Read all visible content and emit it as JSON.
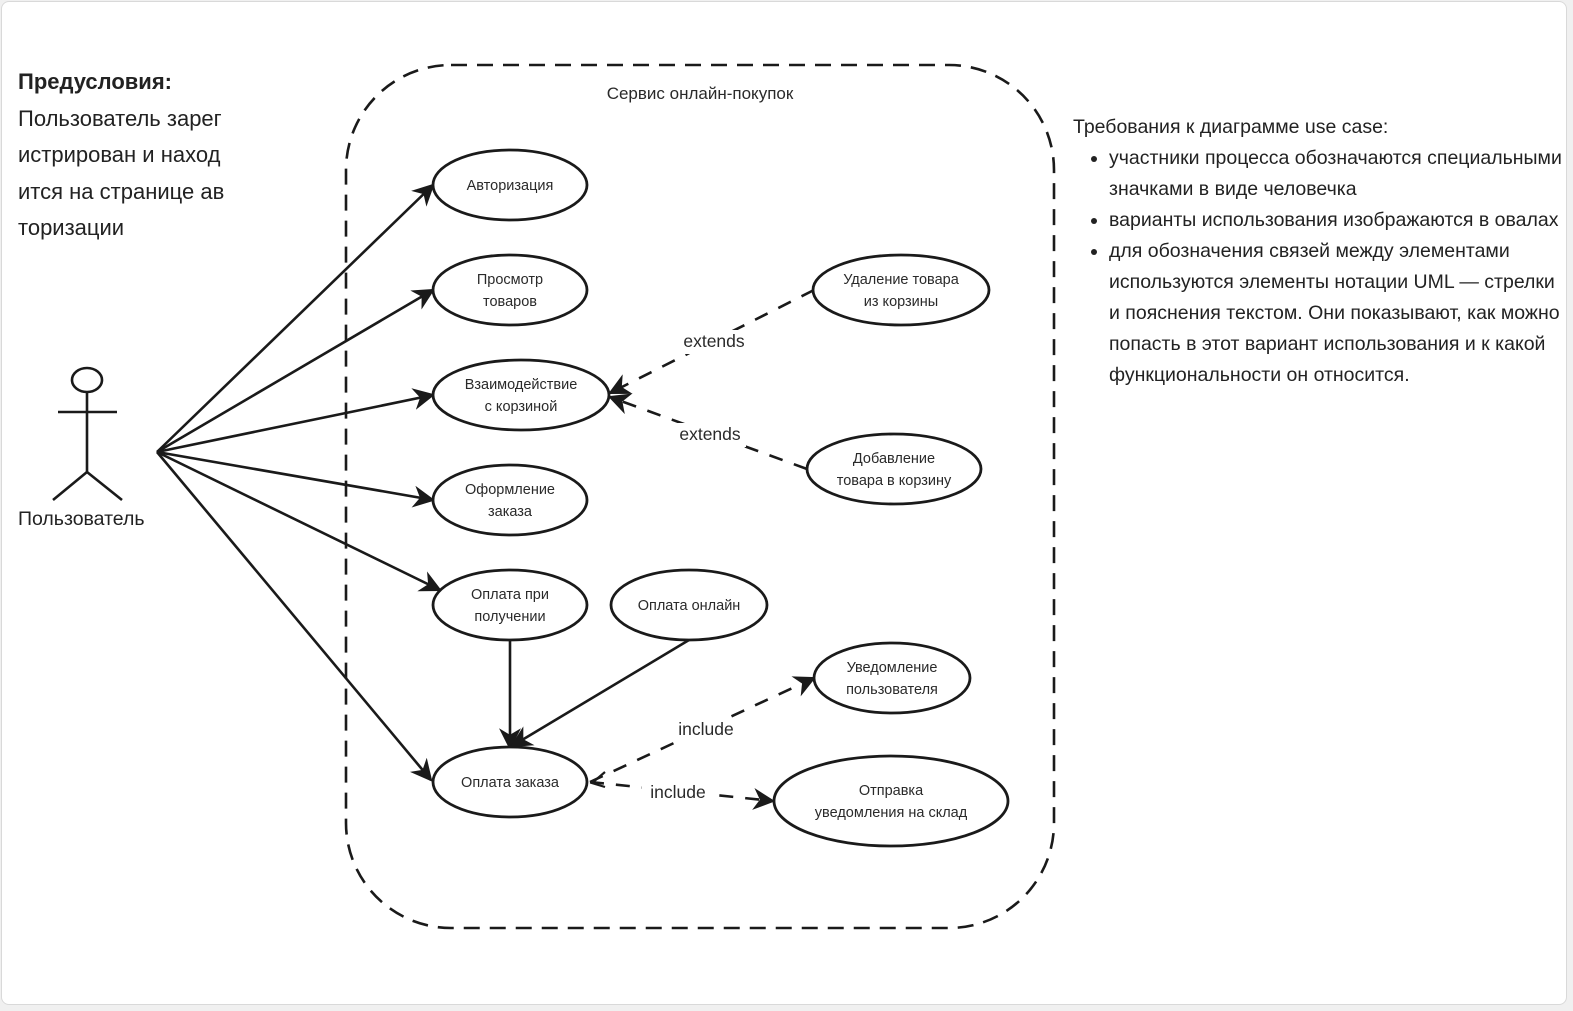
{
  "preconditions": {
    "title": "Предусловия:",
    "body": "Пользователь зарегистрирован и находится на странице авторизации"
  },
  "actor": {
    "label": "Пользователь",
    "icon": "stick-figure-icon"
  },
  "system_boundary": {
    "title": "Сервис онлайн-покупок"
  },
  "use_cases": [
    {
      "id": "auth",
      "lines": [
        "Авторизация"
      ]
    },
    {
      "id": "browse",
      "lines": [
        "Просмотр",
        "товаров"
      ]
    },
    {
      "id": "cart",
      "lines": [
        "Взаимодействие",
        "с корзиной"
      ]
    },
    {
      "id": "checkout",
      "lines": [
        "Оформление",
        "заказа"
      ]
    },
    {
      "id": "pay_on_delivery",
      "lines": [
        "Оплата при",
        "получении"
      ]
    },
    {
      "id": "pay_online",
      "lines": [
        "Оплата онлайн"
      ]
    },
    {
      "id": "pay_order",
      "lines": [
        "Оплата заказа"
      ]
    },
    {
      "id": "remove_item",
      "lines": [
        "Удаление товара",
        "из корзины"
      ]
    },
    {
      "id": "add_item",
      "lines": [
        "Добавление",
        "товара в корзину"
      ]
    },
    {
      "id": "notify_user",
      "lines": [
        "Уведомление",
        "пользователя"
      ]
    },
    {
      "id": "notify_warehouse",
      "lines": [
        "Отправка",
        "уведомления на склад"
      ]
    }
  ],
  "relations": [
    {
      "from": "actor",
      "to": "auth",
      "type": "association"
    },
    {
      "from": "actor",
      "to": "browse",
      "type": "association"
    },
    {
      "from": "actor",
      "to": "cart",
      "type": "association"
    },
    {
      "from": "actor",
      "to": "checkout",
      "type": "association"
    },
    {
      "from": "actor",
      "to": "pay_on_delivery",
      "type": "association"
    },
    {
      "from": "actor",
      "to": "pay_order",
      "type": "association"
    },
    {
      "from": "pay_on_delivery",
      "to": "pay_order",
      "type": "generalization"
    },
    {
      "from": "pay_online",
      "to": "pay_order",
      "type": "generalization"
    },
    {
      "from": "remove_item",
      "to": "cart",
      "type": "extends",
      "label": "extends"
    },
    {
      "from": "add_item",
      "to": "cart",
      "type": "extends",
      "label": "extends"
    },
    {
      "from": "pay_order",
      "to": "notify_user",
      "type": "include",
      "label": "include"
    },
    {
      "from": "pay_order",
      "to": "notify_warehouse",
      "type": "include",
      "label": "include"
    }
  ],
  "requirements": {
    "title": "Требования к диаграмме use case:",
    "items": [
      "участники процесса обозначаются специальными значками в виде человечка",
      "варианты использования изображаются в овалах",
      "для обозначения связей между элементами используются элементы нотации UML — стрелки и пояснения текстом. Они показывают, как можно попасть в этот вариант использования и к какой функциональности он относится."
    ]
  },
  "colors": {
    "stroke": "#1a1a1a",
    "text": "#222222",
    "background": "#ffffff",
    "card_border": "#d9d9d9"
  }
}
